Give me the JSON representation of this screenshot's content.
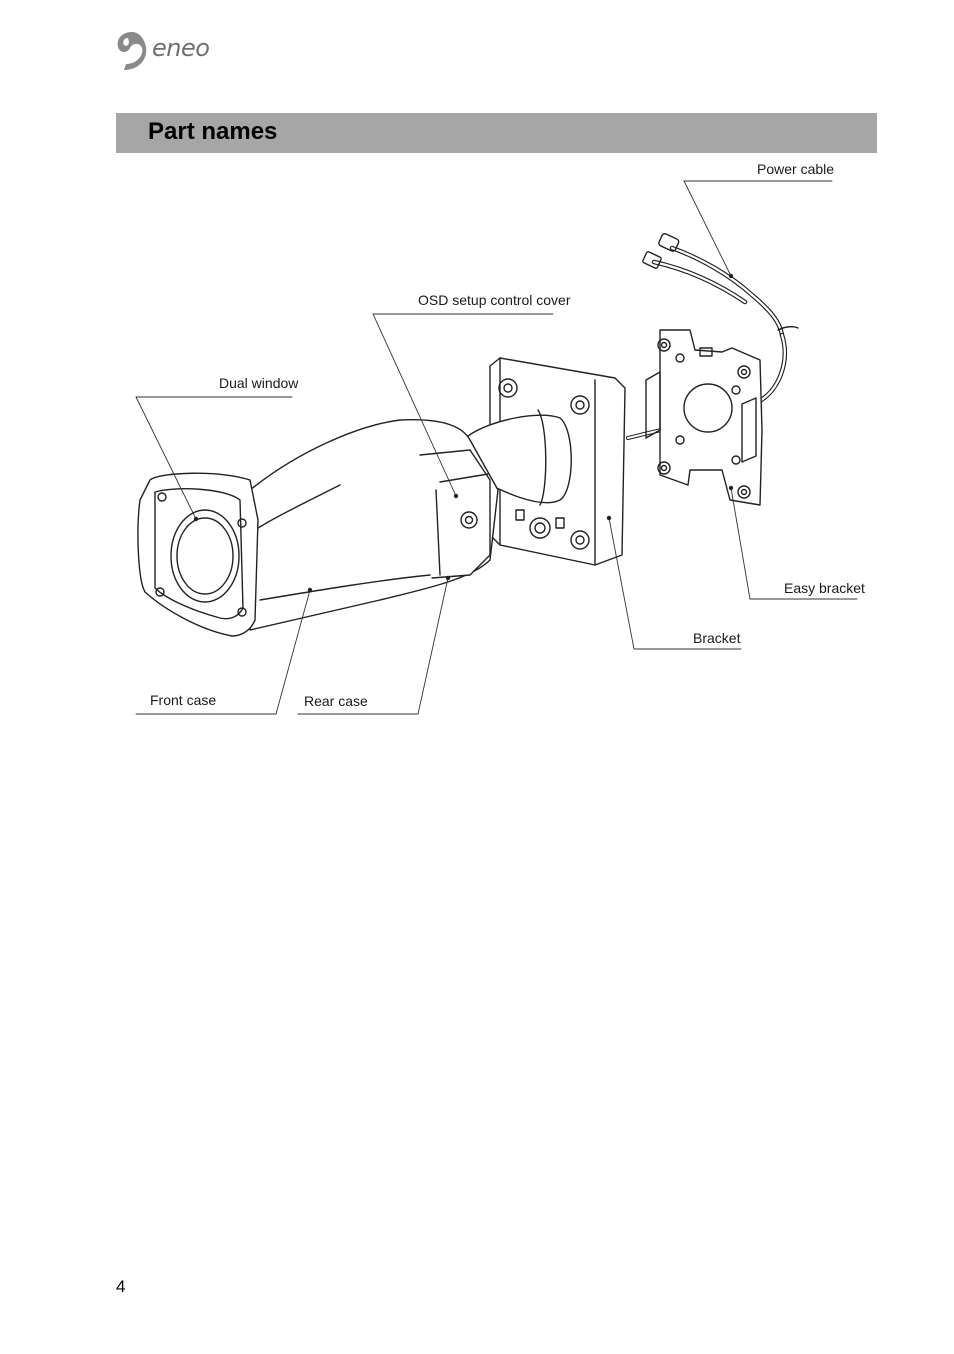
{
  "header": {
    "brand": "eneo",
    "logo_icon": "eneo-swirl-logo"
  },
  "section": {
    "title": "Part names"
  },
  "labels": {
    "power_cable": "Power cable",
    "osd_cover": "OSD setup control cover",
    "dual_window": "Dual window",
    "easy_bracket": "Easy bracket",
    "bracket": "Bracket",
    "front_case": "Front case",
    "rear_case": "Rear case"
  },
  "footer": {
    "page_number": "4"
  }
}
